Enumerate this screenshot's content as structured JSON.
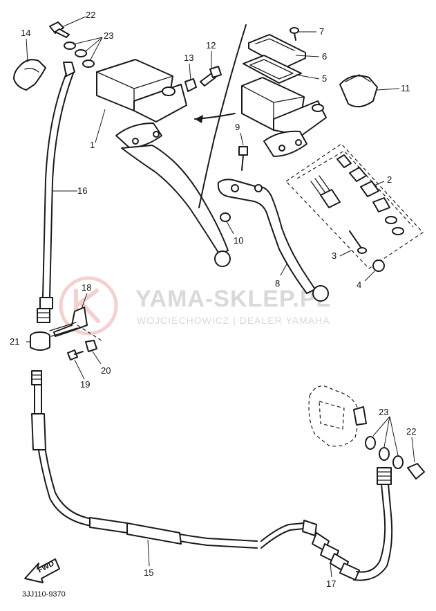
{
  "watermark": {
    "title": "YAMA-SKLEP.PL",
    "subtitle": "WOJCIECHOWICZ | DEALER YAMAHA"
  },
  "diagram_code": "3JJ110-9370",
  "fwd_label": "FWD",
  "callouts": [
    {
      "id": "c22a",
      "label": "22"
    },
    {
      "id": "c23a",
      "label": "23"
    },
    {
      "id": "c14",
      "label": "14"
    },
    {
      "id": "c13",
      "label": "13"
    },
    {
      "id": "c12",
      "label": "12"
    },
    {
      "id": "c1",
      "label": "1"
    },
    {
      "id": "c16",
      "label": "16"
    },
    {
      "id": "c7",
      "label": "7"
    },
    {
      "id": "c6",
      "label": "6"
    },
    {
      "id": "c5",
      "label": "5"
    },
    {
      "id": "c11",
      "label": "11"
    },
    {
      "id": "c9",
      "label": "9"
    },
    {
      "id": "c2",
      "label": "2"
    },
    {
      "id": "c10",
      "label": "10"
    },
    {
      "id": "c3",
      "label": "3"
    },
    {
      "id": "c8",
      "label": "8"
    },
    {
      "id": "c4",
      "label": "4"
    },
    {
      "id": "c18",
      "label": "18"
    },
    {
      "id": "c21",
      "label": "21"
    },
    {
      "id": "c20",
      "label": "20"
    },
    {
      "id": "c19",
      "label": "19"
    },
    {
      "id": "c23b",
      "label": "23"
    },
    {
      "id": "c22b",
      "label": "22"
    },
    {
      "id": "c15",
      "label": "15"
    },
    {
      "id": "c17",
      "label": "17"
    }
  ]
}
